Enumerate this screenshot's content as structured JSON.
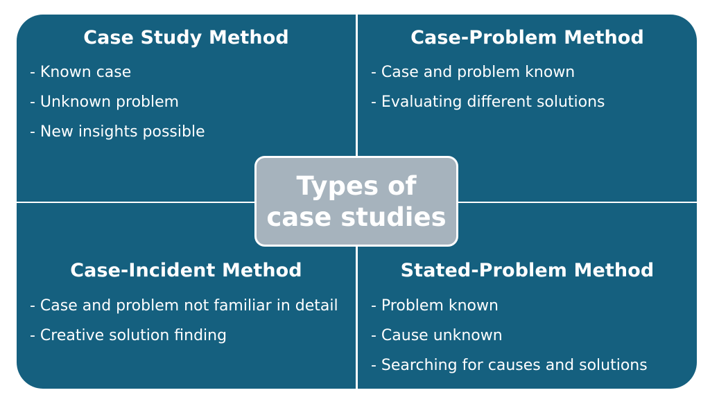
{
  "center_label": "Types of case studies",
  "colors": {
    "quadrant_fill": "#15607f",
    "center_fill": "#a6b3bd",
    "text": "#ffffff",
    "divider": "#ffffff"
  },
  "quadrants": [
    {
      "title": "Case Study Method",
      "items": [
        "- Known case",
        "- Unknown problem",
        "- New insights possible"
      ]
    },
    {
      "title": "Case-Problem Method",
      "items": [
        "- Case and problem known",
        "- Evaluating different solutions"
      ]
    },
    {
      "title": "Case-Incident Method",
      "items": [
        "- Case and problem not familiar in detail",
        "- Creative solution finding"
      ]
    },
    {
      "title": "Stated-Problem Method",
      "items": [
        "- Problem known",
        "- Cause unknown",
        "- Searching for causes and solutions"
      ]
    }
  ]
}
